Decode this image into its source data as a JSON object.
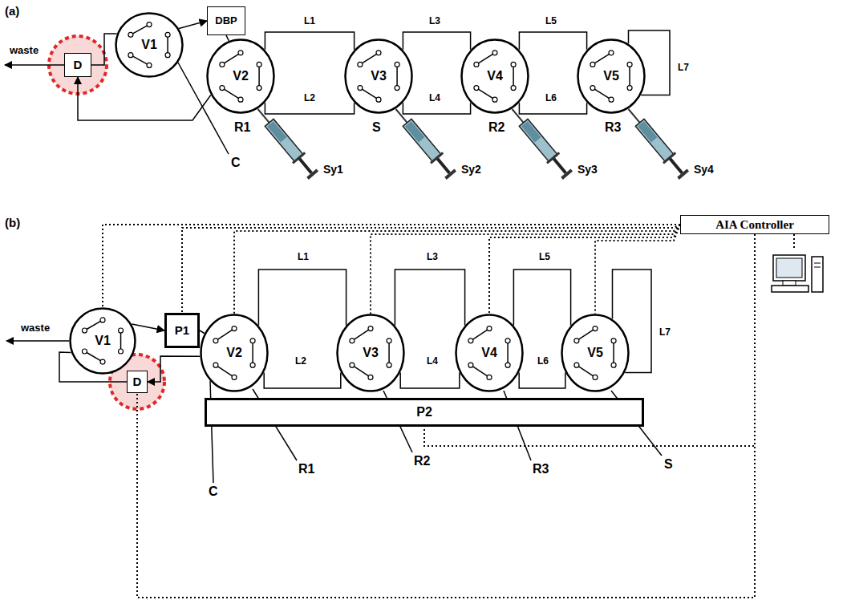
{
  "diagram": {
    "nodes": [
      {
        "text": [
          "V1"
        ]
      },
      {
        "text": [
          "DBP"
        ]
      },
      {
        "text": [
          "D"
        ]
      },
      {
        "text": [
          "V2"
        ]
      },
      {
        "text": [
          "V3"
        ]
      },
      {
        "text": [
          "V4"
        ]
      },
      {
        "text": [
          "V5"
        ]
      },
      {
        "text": [
          "AIA Controller"
        ]
      },
      {
        "text": [
          "V1"
        ]
      },
      {
        "text": [
          "P1"
        ]
      },
      {
        "text": [
          "D"
        ]
      },
      {
        "text": [
          "V2"
        ]
      },
      {
        "text": [
          "V3"
        ]
      },
      {
        "text": [
          "V4"
        ]
      },
      {
        "text": [
          "V5"
        ]
      },
      {
        "text": [
          "P2"
        ]
      }
    ],
    "edges": [
      {
        "from": 0,
        "to": 1,
        "arrow": "to"
      },
      {
        "from": 1,
        "to": 3,
        "arrow": "none"
      },
      {
        "from": 3,
        "to": 2,
        "arrow": "to"
      },
      {
        "from": 2,
        "to": 0,
        "arrow": "none"
      },
      {
        "from": 3,
        "to": 4,
        "label": "L1",
        "arrow": "none"
      },
      {
        "from": 3,
        "to": 4,
        "label": "L2",
        "arrow": "none"
      },
      {
        "from": 4,
        "to": 5,
        "label": "L3",
        "arrow": "none"
      },
      {
        "from": 4,
        "to": 5,
        "label": "L4",
        "arrow": "none"
      },
      {
        "from": 5,
        "to": 6,
        "label": "L5",
        "arrow": "none"
      },
      {
        "from": 5,
        "to": 6,
        "label": "L6",
        "arrow": "none"
      },
      {
        "from": 6,
        "to": 6,
        "label": "L7",
        "arrow": "none"
      },
      {
        "from": 8,
        "to": 9,
        "arrow": "to"
      },
      {
        "from": 9,
        "to": 11,
        "arrow": "none"
      },
      {
        "from": 11,
        "to": 10,
        "arrow": "to"
      },
      {
        "from": 10,
        "to": 8,
        "arrow": "none"
      },
      {
        "from": 11,
        "to": 12,
        "label": "L1",
        "arrow": "none"
      },
      {
        "from": 11,
        "to": 12,
        "label": "L2",
        "arrow": "none"
      },
      {
        "from": 12,
        "to": 13,
        "label": "L3",
        "arrow": "none"
      },
      {
        "from": 12,
        "to": 13,
        "label": "L4",
        "arrow": "none"
      },
      {
        "from": 13,
        "to": 14,
        "label": "L5",
        "arrow": "none"
      },
      {
        "from": 13,
        "to": 14,
        "label": "L6",
        "arrow": "none"
      },
      {
        "from": 14,
        "to": 14,
        "label": "L7",
        "arrow": "none"
      },
      {
        "from": 7,
        "to": 8,
        "arrow": "none"
      },
      {
        "from": 7,
        "to": 9,
        "arrow": "none"
      },
      {
        "from": 7,
        "to": 11,
        "arrow": "none"
      },
      {
        "from": 7,
        "to": 12,
        "arrow": "none"
      },
      {
        "from": 7,
        "to": 13,
        "arrow": "none"
      },
      {
        "from": 7,
        "to": 14,
        "arrow": "none"
      },
      {
        "from": 7,
        "to": 15,
        "arrow": "none"
      },
      {
        "from": 7,
        "to": 10,
        "arrow": "none"
      }
    ],
    "labels": [
      "(a)",
      "waste",
      "C",
      "R1",
      "S",
      "R2",
      "R3",
      "Sy1",
      "Sy2",
      "Sy3",
      "Sy4",
      "(b)",
      "waste",
      "R1",
      "R2",
      "R3",
      "S",
      "C"
    ]
  }
}
